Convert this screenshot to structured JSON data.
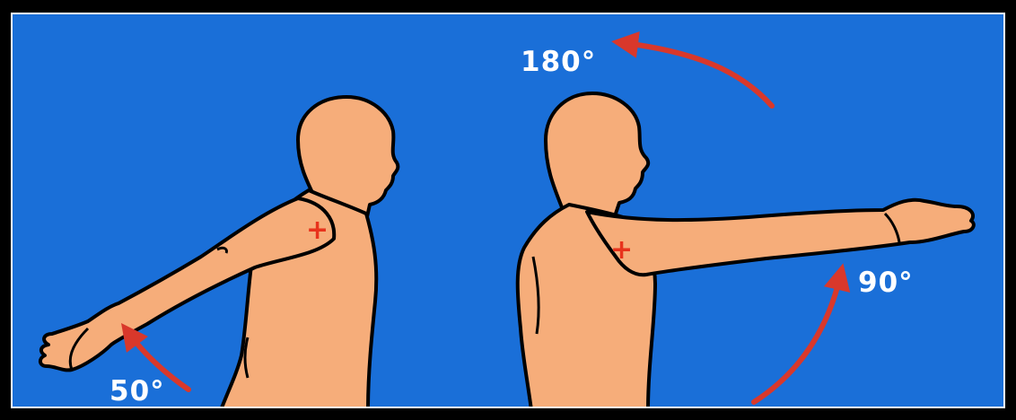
{
  "labels": {
    "extension": "50°",
    "horizontal": "90°",
    "overhead": "180°"
  },
  "colors": {
    "background": "#1a6fd8",
    "skin": "#f6ad7a",
    "outline": "#000000",
    "arrow": "#d9382b",
    "marker": "#e8331c",
    "label": "#ffffff"
  },
  "icons": {
    "marker": "plus-icon",
    "arrow": "curved-arrow-icon"
  }
}
